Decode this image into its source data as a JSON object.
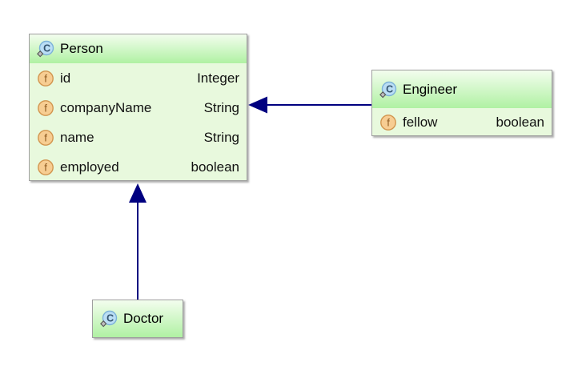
{
  "diagram": {
    "classes": [
      {
        "name": "Person",
        "fields": [
          {
            "name": "id",
            "type": "Integer"
          },
          {
            "name": "companyName",
            "type": "String"
          },
          {
            "name": "name",
            "type": "String"
          },
          {
            "name": "employed",
            "type": "boolean"
          }
        ]
      },
      {
        "name": "Engineer",
        "fields": [
          {
            "name": "fellow",
            "type": "boolean"
          }
        ]
      },
      {
        "name": "Doctor",
        "fields": []
      }
    ],
    "relations": [
      {
        "from": "Engineer",
        "to": "Person",
        "style": "solid-arrow"
      },
      {
        "from": "Doctor",
        "to": "Person",
        "style": "solid-arrow"
      }
    ],
    "icons": {
      "class_icon": "class-icon",
      "field_icon": "field-icon"
    },
    "colors": {
      "header_gradient_top": "#f3fdee",
      "header_gradient_bottom": "#b0f1a3",
      "body_background": "#e8f9dd",
      "box_border": "#9f9f9f",
      "arrow": "#000080",
      "class_icon_fill": "#badef5",
      "class_icon_border": "#7cb2d8",
      "field_icon_fill": "#f7cd92",
      "field_icon_border": "#d2954e"
    }
  }
}
